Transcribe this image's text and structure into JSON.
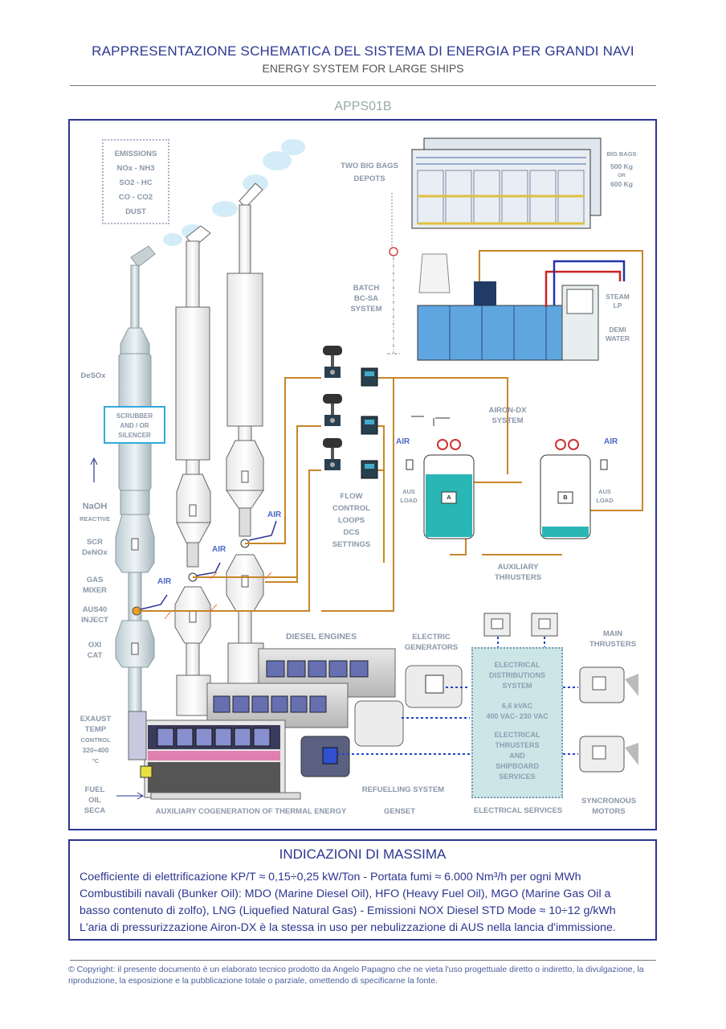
{
  "header": {
    "title_it": "RAPPRESENTAZIONE SCHEMATICA DEL SISTEMA DI ENERGIA PER GRANDI NAVI",
    "title_en": "ENERGY SYSTEM FOR LARGE SHIPS",
    "code": "APPS01B"
  },
  "emissions": {
    "title": "EMISSIONS",
    "lines": [
      "NOx - NH3",
      "SO2 - HC",
      "CO - CO2",
      "DUST"
    ]
  },
  "labels": {
    "desox": "DeSOx",
    "scrubber": [
      "SCRUBBER",
      "AND / OR",
      "SILENCER"
    ],
    "naoh": "NaOH",
    "reactive": "REACTIVE",
    "scr": [
      "SCR",
      "DeNOx"
    ],
    "gas_mixer": [
      "GAS",
      "MIXER"
    ],
    "aus40": [
      "AUS40",
      "INJECT"
    ],
    "oxi": [
      "OXI",
      "CAT"
    ],
    "exaust": [
      "EXAUST",
      "TEMP"
    ],
    "control": "CONTROL",
    "temp_range": "320÷400",
    "deg": "°C",
    "fuel": [
      "FUEL",
      "OIL",
      "SECA"
    ],
    "air": "AIR",
    "two_big_bags": [
      "TWO BIG BAGS",
      "DEPOTS"
    ],
    "big_bags": "BIG BAGS",
    "kg500": "500 Kg",
    "or": "OR",
    "kg600": "600 Kg",
    "batch": [
      "BATCH",
      "BC-SA",
      "SYSTEM"
    ],
    "steam": [
      "STEAM",
      "LP"
    ],
    "demi": [
      "DEMI",
      "WATER"
    ],
    "airon": [
      "AIRON-DX",
      "SYSTEM"
    ],
    "aus_load": [
      "AUS",
      "LOAD"
    ],
    "tank_a": "A",
    "tank_b": "B",
    "flow": [
      "FLOW",
      "CONTROL",
      "LOOPS",
      "DCS",
      "SETTINGS"
    ],
    "aux_thrusters": [
      "AUXILIARY",
      "THRUSTERS"
    ],
    "diesel_engines": "DIESEL ENGINES",
    "electric_generators": [
      "ELECTRIC",
      "GENERATORS"
    ],
    "main_thrusters": [
      "MAIN",
      "THRUSTERS"
    ],
    "eds": [
      "ELECTRICAL",
      "DISTRIBUTIONS",
      "SYSTEM"
    ],
    "voltage": [
      "6,6 kVAC",
      "400 VAC- 230 VAC"
    ],
    "shipboard": [
      "ELECTRICAL",
      "THRUSTERS",
      "AND",
      "SHIPBOARD",
      "SERVICES"
    ],
    "refuelling": "REFUELLING SYSTEM",
    "aux_cogen": "AUXILIARY COGENERATION OF THERMAL ENERGY",
    "genset": "GENSET",
    "electrical_services": "ELECTRICAL SERVICES",
    "sync_motors": [
      "SYNCRONOUS",
      "MOTORS"
    ]
  },
  "info": {
    "title": "INDICAZIONI DI MASSIMA",
    "lines": [
      "Coefficiente di elettrificazione KP/T ≈ 0,15÷0,25 kW/Ton - Portata fumi ≈ 6.000 Nm³/h per ogni MWh",
      "Combustibili navali (Bunker Oil): MDO (Marine Diesel Oil), HFO (Heavy Fuel Oil), MGO (Marine Gas Oil a",
      "basso contenuto di zolfo), LNG (Liquefied Natural Gas) - Emissioni NOX Diesel STD Mode ≈ 10÷12 g/kWh",
      "L'aria di pressurizzazione Airon-DX è la stessa in uso per nebulizzazione di AUS nella lancia d'immissione."
    ]
  },
  "copyright": "© Copyright: il presente documento è un elaborato tecnico prodotto da Angelo Papagno che ne vieta l'uso progettuale diretto o indiretto, la divulgazione, la riproduzione, la esposizione e la pubblicazione totale o parziale, omettendo di specificarne la fonte.",
  "colors": {
    "frame": "#2b3590",
    "pipe": "#c8862a",
    "water": "#2bb6b6",
    "elec_box": "#cce6e8",
    "scrubber_border": "#33aadd"
  }
}
